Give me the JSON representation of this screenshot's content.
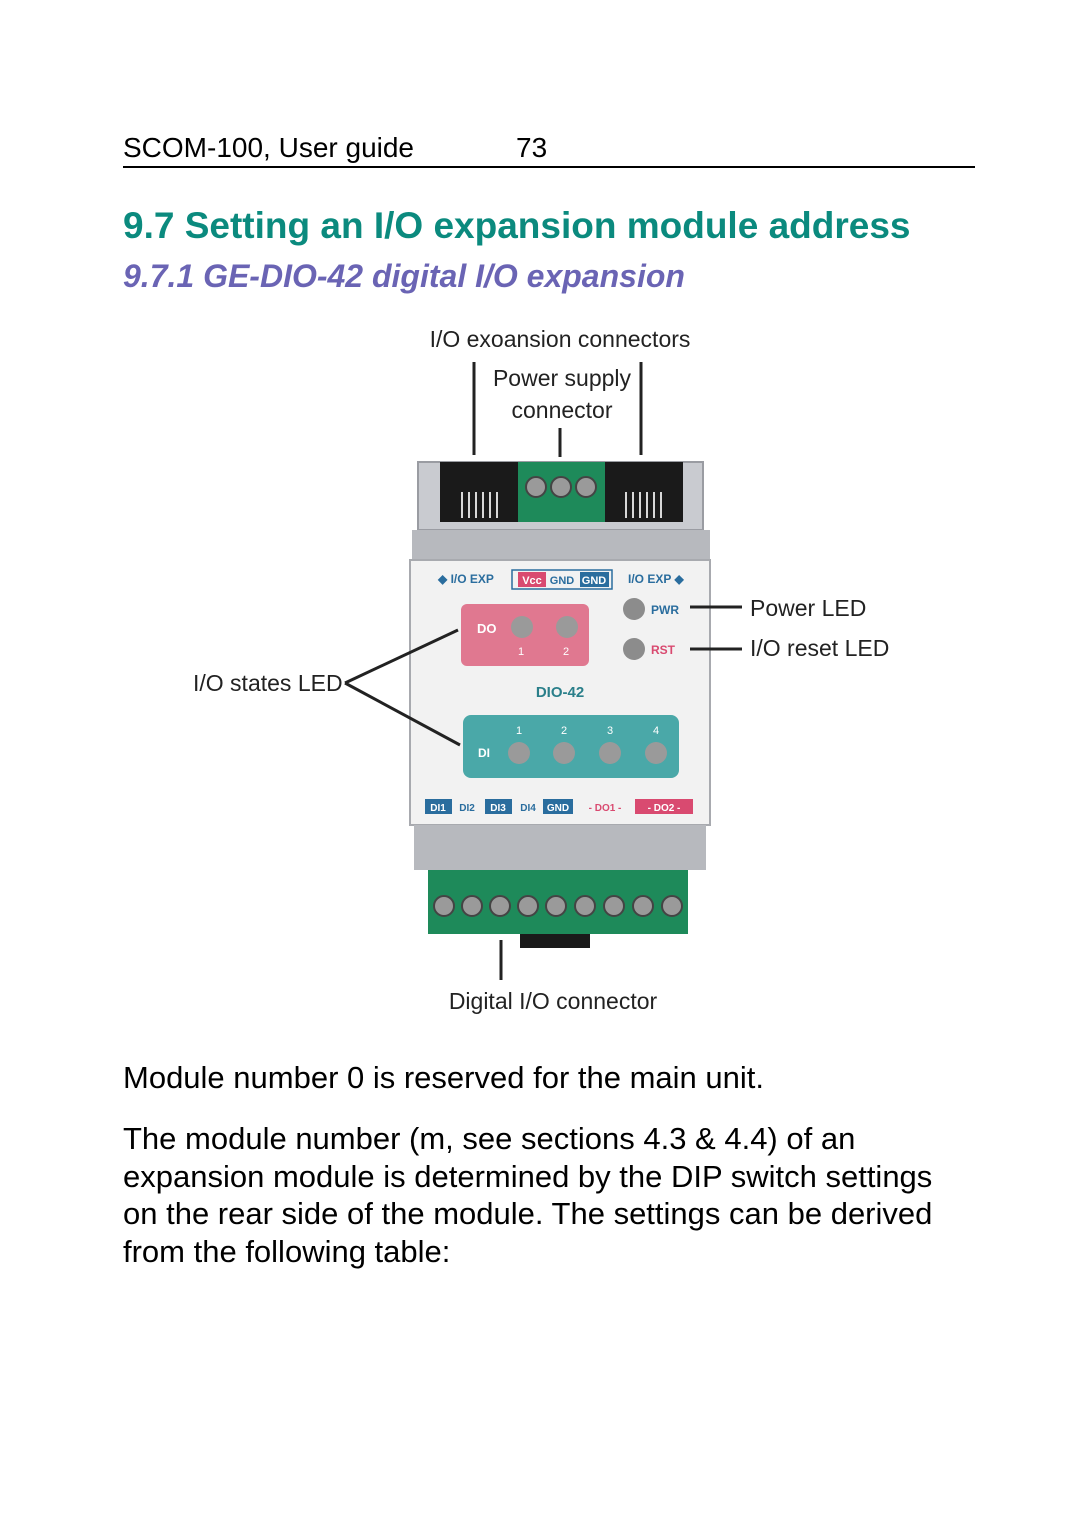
{
  "header": {
    "doc_title": "SCOM-100, User guide",
    "page_number": "73"
  },
  "section": {
    "title": "9.7 Setting an I/O expansion module address"
  },
  "subsection": {
    "title": "9.7.1 GE-DIO-42 digital I/O expansion"
  },
  "figure": {
    "callouts": {
      "expansion_connectors": "I/O exoansion connectors",
      "power_supply_line1": "Power supply",
      "power_supply_line2": "connector",
      "power_led": "Power LED",
      "reset_led": "I/O reset LED",
      "states_led": "I/O states LED",
      "digital_connector": "Digital I/O connector"
    },
    "device": {
      "io_exp_left": "I/O EXP",
      "io_exp_right": "I/O EXP",
      "vcc": "Vcc",
      "gnd1": "GND",
      "gnd2": "GND",
      "pwr": "PWR",
      "rst": "RST",
      "do": "DO",
      "do_1": "1",
      "do_2": "2",
      "model": "DIO-42",
      "di": "DI",
      "di_1": "1",
      "di_2": "2",
      "di_3": "3",
      "di_4": "4",
      "bottom_di1": "DI1",
      "bottom_di2": "DI2",
      "bottom_di3": "DI3",
      "bottom_di4": "DI4",
      "bottom_gnd": "GND",
      "bottom_do1": "- DO1 -",
      "bottom_do2": "- DO2 -"
    },
    "colors": {
      "do_panel": "#e07890",
      "di_panel": "#4aa8a8",
      "terminal_green": "#1e8a5a"
    }
  },
  "body": {
    "paragraph1": "Module number 0 is reserved for the main unit.",
    "paragraph2": "The module number (m, see sections 4.3 & 4.4) of an expansion module is determined by the DIP switch settings on the rear side of the module. The settings can be derived from the following table:"
  }
}
